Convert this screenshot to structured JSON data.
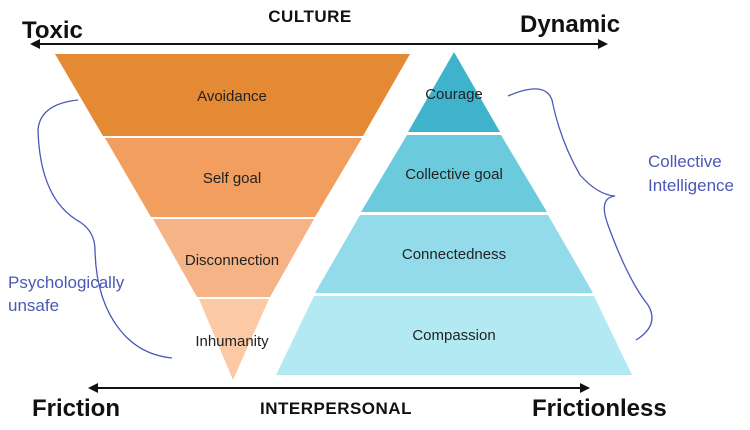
{
  "axes": {
    "culture": "CULTURE",
    "interpersonal": "INTERPERSONAL"
  },
  "corners": {
    "toxic": "Toxic",
    "dynamic": "Dynamic",
    "friction": "Friction",
    "frictionless": "Frictionless"
  },
  "inverted_triangle": {
    "layers": [
      {
        "label": "Avoidance",
        "color": "#e58a34"
      },
      {
        "label": "Self goal",
        "color": "#f19e5e"
      },
      {
        "label": "Disconnection",
        "color": "#f5b386"
      },
      {
        "label": "Inhumanity",
        "color": "#fbcaa5"
      }
    ]
  },
  "pyramid": {
    "layers": [
      {
        "label": "Courage",
        "color": "#3eb3cb"
      },
      {
        "label": "Collective goal",
        "color": "#6ccadd"
      },
      {
        "label": "Connectedness",
        "color": "#93dbea"
      },
      {
        "label": "Compassion",
        "color": "#b3e9f3"
      }
    ]
  },
  "brackets": {
    "left_line1": "Psychologically",
    "left_line2": "unsafe",
    "right_line1": "Collective",
    "right_line2": "Intelligence",
    "color": "#4a58b8"
  }
}
